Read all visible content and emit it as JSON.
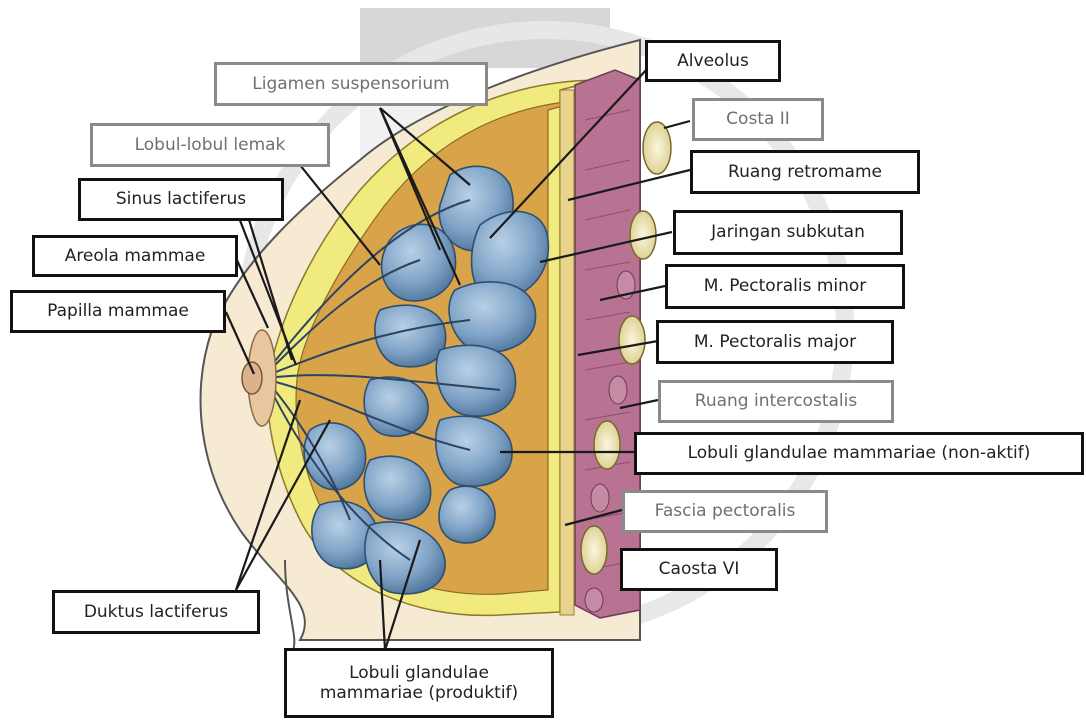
{
  "labels": {
    "ligamen_suspensorium": "Ligamen suspensorium",
    "lobul_lobul_lemak": "Lobul-lobul lemak",
    "sinus_lactiferus": "Sinus lactiferus",
    "areola_mammae": "Areola mammae",
    "papilla_mammae": "Papilla mammae",
    "duktus_lactiferus": "Duktus lactiferus",
    "lobuli_produktif_line1": "Lobuli glandulae",
    "lobuli_produktif_line2": "mammariae (produktif)",
    "alveolus": "Alveolus",
    "costa_ii": "Costa II",
    "ruang_retromame": "Ruang retromame",
    "jaringan_subkutan": "Jaringan subkutan",
    "m_pectoralis_minor": "M. Pectoralis minor",
    "m_pectoralis_major": "M. Pectoralis major",
    "ruang_intercostalis": "Ruang intercostalis",
    "lobuli_non_aktif": "Lobuli glandulae mammariae (non-aktif)",
    "fascia_pectoralis": "Fascia pectoralis",
    "caosta_vi": "Caosta VI"
  },
  "colors": {
    "skin": "#f6ead2",
    "skin_outline": "#555555",
    "fat_yellow": "#f1ea7e",
    "stroma_orange": "#d9a34a",
    "lobule_blue": "#7fa3c6",
    "lobule_dark": "#3c6288",
    "muscle": "#b87393",
    "rib": "#efe6b8",
    "watermark_gray": "#9a9a9a"
  }
}
